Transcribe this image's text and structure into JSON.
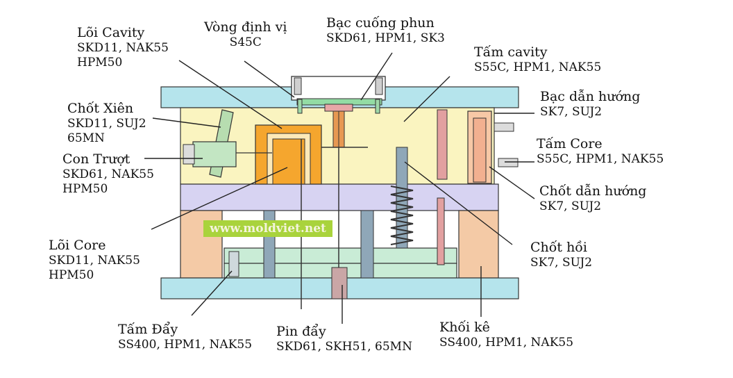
{
  "diagram": {
    "watermark": "www.moldviet.net",
    "labels": [
      {
        "id": "loi-cavity",
        "name": "Lõi Cavity",
        "materials": [
          "SKD11, NAK55",
          "HPM50"
        ]
      },
      {
        "id": "vong-dinh-vi",
        "name": "Vòng định vị",
        "materials": [
          "S45C"
        ]
      },
      {
        "id": "bac-cuong-phun",
        "name": "Bạc cuống phun",
        "materials": [
          "SKD61, HPM1, SK3"
        ]
      },
      {
        "id": "tam-cavity",
        "name": "Tấm cavity",
        "materials": [
          "S55C, HPM1, NAK55"
        ]
      },
      {
        "id": "bac-dan-huong",
        "name": "Bạc dẫn hướng",
        "materials": [
          "SK7, SUJ2"
        ]
      },
      {
        "id": "chot-xien",
        "name": "Chốt Xiên",
        "materials": [
          "SKD11, SUJ2",
          "65MN"
        ]
      },
      {
        "id": "tam-core",
        "name": "Tấm Core",
        "materials": [
          "S55C, HPM1, NAK55"
        ]
      },
      {
        "id": "con-truot",
        "name": "Con Trượt",
        "materials": [
          "SKD61, NAK55",
          "HPM50"
        ]
      },
      {
        "id": "chot-dan-huong",
        "name": "Chốt dẫn hướng",
        "materials": [
          "SK7, SUJ2"
        ]
      },
      {
        "id": "loi-core",
        "name": "Lõi Core",
        "materials": [
          "SKD11, NAK55",
          "HPM50"
        ]
      },
      {
        "id": "chot-hoi",
        "name": "Chốt hồi",
        "materials": [
          "SK7, SUJ2"
        ]
      },
      {
        "id": "tam-day",
        "name": "Tấm Đẩy",
        "materials": [
          "SS400, HPM1, NAK55"
        ]
      },
      {
        "id": "pin-day",
        "name": "Pin đẩy",
        "materials": [
          "SKD61, SKH51, 65MN"
        ]
      },
      {
        "id": "khoi-ke",
        "name": "Khối kê",
        "materials": [
          "SS400, HPM1, NAK55"
        ]
      }
    ]
  }
}
